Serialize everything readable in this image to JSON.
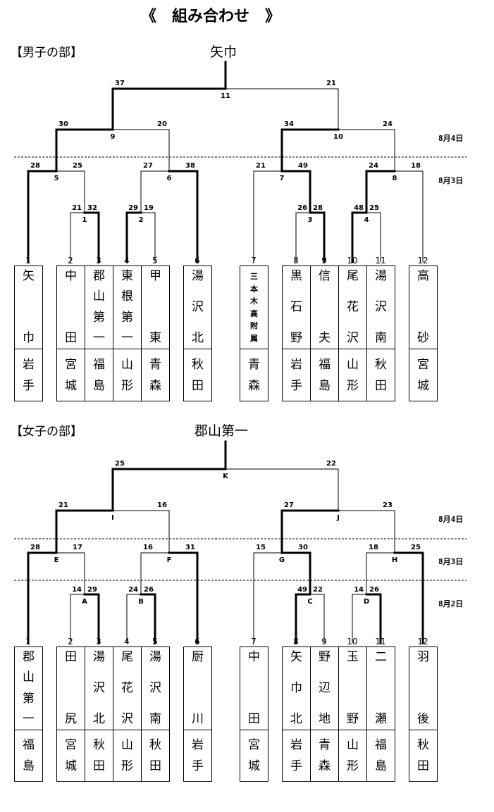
{
  "title": "《　組み合わせ　》",
  "dates": [
    "8月4日",
    "8月3日",
    "8月2日"
  ],
  "boys": {
    "label": "【男子の部】",
    "champion": "矢巾",
    "teams": [
      {
        "seed": "1",
        "school": "矢巾",
        "pref": "岩手"
      },
      {
        "seed": "2",
        "school": "中田",
        "pref": "宮城"
      },
      {
        "seed": "3",
        "school": "郡山第一",
        "pref": "福島"
      },
      {
        "seed": "4",
        "school": "東根第一",
        "pref": "山形"
      },
      {
        "seed": "5",
        "school": "甲東",
        "pref": "青森"
      },
      {
        "seed": "6",
        "school": "湯沢北",
        "pref": "秋田"
      },
      {
        "seed": "7",
        "school": "三本木高附属",
        "pref": "青森"
      },
      {
        "seed": "8",
        "school": "黒石野",
        "pref": "岩手"
      },
      {
        "seed": "9",
        "school": "信夫",
        "pref": "福島"
      },
      {
        "seed": "10",
        "school": "尾花沢",
        "pref": "山形"
      },
      {
        "seed": "11",
        "school": "湯沢南",
        "pref": "秋田"
      },
      {
        "seed": "12",
        "school": "高砂",
        "pref": "宮城"
      }
    ],
    "matches": [
      {
        "id": "1",
        "scores": [
          "21",
          "32"
        ]
      },
      {
        "id": "2",
        "scores": [
          "29",
          "19"
        ]
      },
      {
        "id": "3",
        "scores": [
          "26",
          "28"
        ]
      },
      {
        "id": "4",
        "scores": [
          "48",
          "25"
        ]
      },
      {
        "id": "5",
        "scores": [
          "28",
          "25"
        ]
      },
      {
        "id": "6",
        "scores": [
          "27",
          "38"
        ]
      },
      {
        "id": "7",
        "scores": [
          "21",
          "49"
        ]
      },
      {
        "id": "8",
        "scores": [
          "24",
          "18"
        ]
      },
      {
        "id": "9",
        "scores": [
          "30",
          "20"
        ]
      },
      {
        "id": "10",
        "scores": [
          "34",
          "24"
        ]
      },
      {
        "id": "11",
        "scores": [
          "37",
          "21"
        ]
      }
    ]
  },
  "girls": {
    "label": "【女子の部】",
    "champion": "郡山第一",
    "teams": [
      {
        "seed": "1",
        "school": "郡山第一",
        "pref": "福島"
      },
      {
        "seed": "2",
        "school": "田尻",
        "pref": "宮城"
      },
      {
        "seed": "3",
        "school": "湯沢北",
        "pref": "秋田"
      },
      {
        "seed": "4",
        "school": "尾花沢",
        "pref": "山形"
      },
      {
        "seed": "5",
        "school": "湯沢南",
        "pref": "秋田"
      },
      {
        "seed": "6",
        "school": "厨川",
        "pref": "岩手"
      },
      {
        "seed": "7",
        "school": "中田",
        "pref": "宮城"
      },
      {
        "seed": "8",
        "school": "矢巾北",
        "pref": "岩手"
      },
      {
        "seed": "9",
        "school": "野辺地",
        "pref": "青森"
      },
      {
        "seed": "10",
        "school": "玉野",
        "pref": "山形"
      },
      {
        "seed": "11",
        "school": "二瀬",
        "pref": "福島"
      },
      {
        "seed": "12",
        "school": "羽後",
        "pref": "秋田"
      }
    ],
    "matches": [
      {
        "id": "A",
        "scores": [
          "14",
          "29"
        ]
      },
      {
        "id": "B",
        "scores": [
          "24",
          "26"
        ]
      },
      {
        "id": "C",
        "scores": [
          "49",
          "22"
        ]
      },
      {
        "id": "D",
        "scores": [
          "14",
          "26"
        ]
      },
      {
        "id": "E",
        "scores": [
          "28",
          "17"
        ]
      },
      {
        "id": "F",
        "scores": [
          "16",
          "31"
        ]
      },
      {
        "id": "G",
        "scores": [
          "15",
          "30"
        ]
      },
      {
        "id": "H",
        "scores": [
          "18",
          "25"
        ]
      },
      {
        "id": "I",
        "scores": [
          "21",
          "16"
        ]
      },
      {
        "id": "J",
        "scores": [
          "27",
          "23"
        ]
      },
      {
        "id": "K",
        "scores": [
          "25",
          "22"
        ]
      }
    ]
  }
}
